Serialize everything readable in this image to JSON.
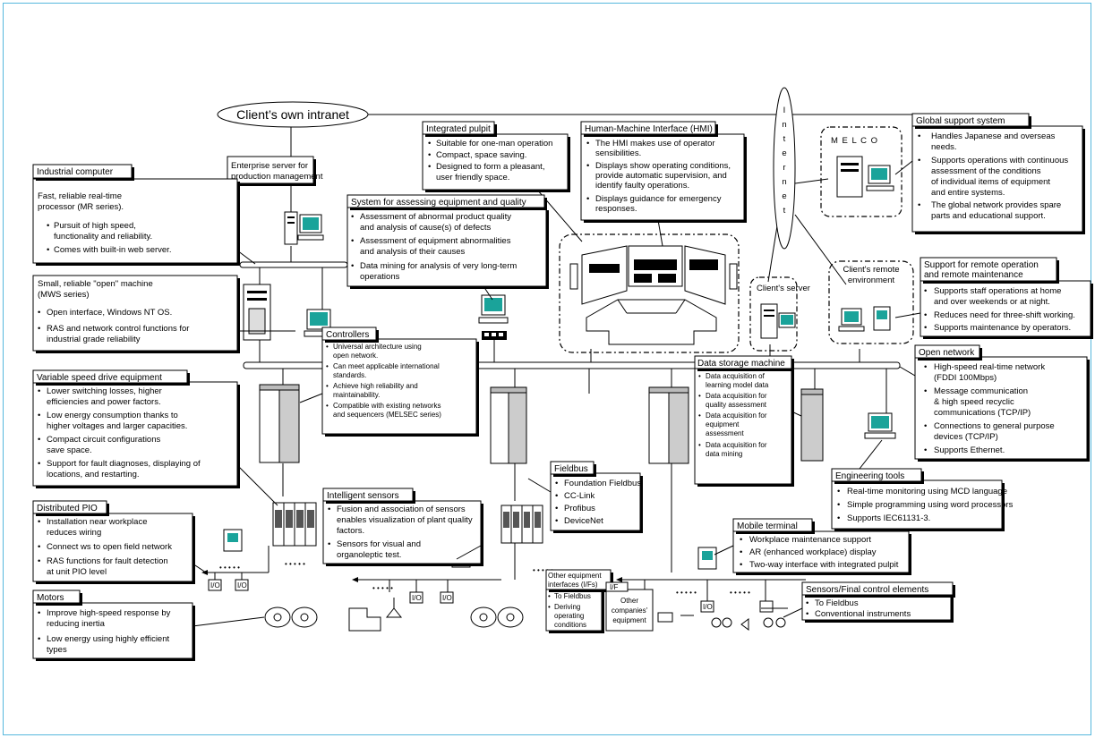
{
  "clouds": {
    "intranet": "Client’s own intranet",
    "internet": [
      "I",
      "n",
      "t",
      "e",
      "r",
      "n",
      "e",
      "t"
    ]
  },
  "melco": "M E L C O",
  "enterprise_server": [
    "Enterprise server for",
    "production management"
  ],
  "industrial_computer": {
    "title": "Industrial computer",
    "lines": [
      "Fast, reliable real-time",
      "processor (MR series)."
    ],
    "bullets": [
      [
        "Pursuit of high speed,",
        "functionality and reliability."
      ],
      [
        "Comes with built-in web server."
      ]
    ]
  },
  "mws": {
    "lines": [
      "Small, reliable \"open\" machine",
      "(MWS series)"
    ],
    "bullets": [
      [
        "Open interface, Windows NT OS."
      ],
      [
        "RAS and network control functions for",
        "industrial grade reliability"
      ]
    ]
  },
  "integrated_pulpit": {
    "title": "Integrated pulpit",
    "bullets": [
      [
        "Suitable for one-man operation"
      ],
      [
        "Compact, space saving."
      ],
      [
        "Designed to form a pleasant,",
        "user friendly space."
      ]
    ]
  },
  "hmi": {
    "title": "Human-Machine Interface (HMI)",
    "bullets": [
      [
        "The HMI makes use of operator",
        "sensibilities."
      ],
      [
        "Displays show operating conditions,",
        "provide automatic supervision, and",
        "identify faulty operations."
      ],
      [
        "Displays guidance for emergency",
        "responses."
      ]
    ]
  },
  "assessing": {
    "title": "System for assessing equipment and quality",
    "bullets": [
      [
        "Assessment of abnormal product quality",
        "and analysis of cause(s) of defects"
      ],
      [
        "Assessment of equipment abnormalities",
        "and analysis of their causes"
      ],
      [
        "Data mining for analysis of very long-term",
        "operations"
      ]
    ]
  },
  "global_support": {
    "title": "Global support system",
    "bullets": [
      [
        "Handles Japanese and overseas",
        "needs."
      ],
      [
        "Supports operations with continuous",
        "assessment of the conditions",
        "of individual items of equipment",
        "and entire systems."
      ],
      [
        "The global network provides spare",
        "parts and educational support."
      ]
    ]
  },
  "clients_server": "Client's server",
  "remote_env": [
    "Client's remote",
    "environment"
  ],
  "remote_op": {
    "title": [
      "Support for remote operation",
      "and remote maintenance"
    ],
    "bullets": [
      [
        "Supports staff operations at home",
        "and over weekends or at night."
      ],
      [
        "Reduces need for three-shift working."
      ],
      [
        "Supports maintenance by operators."
      ]
    ]
  },
  "open_network": {
    "title": "Open network",
    "bullets": [
      [
        "High-speed real-time network",
        "(FDDI 100Mbps)"
      ],
      [
        "Message communication",
        "& high speed recyclic",
        "communications (TCP/IP)"
      ],
      [
        "Connections to general purpose",
        "devices (TCP/IP)"
      ],
      [
        "Supports Ethernet."
      ]
    ]
  },
  "vsd": {
    "title": "Variable speed drive equipment",
    "bullets": [
      [
        "Lower switching losses, higher",
        "efficiencies and power factors."
      ],
      [
        "Low energy consumption thanks to",
        "higher voltages and larger capacities."
      ],
      [
        "Compact circuit configurations",
        "save space."
      ],
      [
        "Support for fault diagnoses, displaying of",
        "locations, and restarting."
      ]
    ]
  },
  "controllers": {
    "title": "Controllers",
    "bullets": [
      [
        "Universal architecture using",
        "open network."
      ],
      [
        "Can meet applicable international",
        "standards."
      ],
      [
        "Achieve high reliability and",
        "maintainability."
      ],
      [
        "Compatible with existing networks",
        "and sequencers (MELSEC series)"
      ]
    ]
  },
  "data_storage": {
    "title": "Data storage machine",
    "bullets": [
      [
        "Data acquisition of",
        "learning model data"
      ],
      [
        "Data acquisition for",
        "quality assessment"
      ],
      [
        "Data acquisition for",
        "equipment",
        "assessment"
      ],
      [
        "Data acquisition for",
        "data mining"
      ]
    ]
  },
  "engineering": {
    "title": "Engineering tools",
    "bullets": [
      [
        "Real-time monitoring using MCD language"
      ],
      [
        "Simple programming using word processors"
      ],
      [
        "Supports IEC61131-3."
      ]
    ]
  },
  "fieldbus": {
    "title": "Fieldbus",
    "bullets": [
      [
        "Foundation Fieldbus"
      ],
      [
        "CC-Link"
      ],
      [
        "Profibus"
      ],
      [
        "DeviceNet"
      ]
    ]
  },
  "intelligent": {
    "title": "Intelligent sensors",
    "bullets": [
      [
        "Fusion and association of sensors",
        "enables visualization of plant quality",
        "factors."
      ],
      [
        "Sensors for visual and",
        "organoleptic test."
      ]
    ]
  },
  "distributed_pio": {
    "title": "Distributed PIO",
    "bullets": [
      [
        "Installation near workplace",
        "reduces wiring"
      ],
      [
        "Connect ws to open field network"
      ],
      [
        "RAS functions for fault detection",
        "at unit PIO level"
      ]
    ]
  },
  "motors": {
    "title": "Motors",
    "bullets": [
      [
        "Improve high-speed response by",
        "reducing inertia"
      ],
      [
        "Low energy using highly efficient",
        "types"
      ]
    ]
  },
  "mobile": {
    "title": "Mobile terminal",
    "bullets": [
      [
        "Workplace maintenance support"
      ],
      [
        "AR (enhanced workplace) display"
      ],
      [
        "Two-way interface with integrated pulpit"
      ]
    ]
  },
  "other_if": {
    "title": [
      "Other equipment",
      "interfaces (I/Fs)"
    ],
    "bullets": [
      [
        "To Fieldbus"
      ],
      [
        "Deriving",
        "operating",
        "conditions"
      ]
    ]
  },
  "if_box": {
    "label": "I/F",
    "text": [
      "Other",
      "companies'",
      "equipment"
    ]
  },
  "sensors_final": {
    "title": "Sensors/Final control elements",
    "bullets": [
      [
        "To Fieldbus"
      ],
      [
        "Conventional instruments"
      ]
    ]
  },
  "io_label": "I/O",
  "dots": "• • • • •"
}
